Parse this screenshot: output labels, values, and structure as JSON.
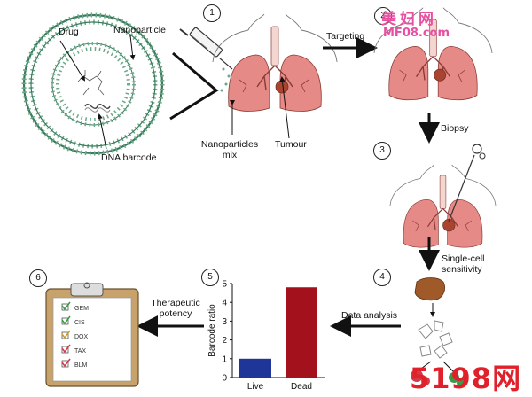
{
  "labels": {
    "drug": "Drug",
    "nanoparticle": "Nanoparticle",
    "dna_barcode": "DNA barcode",
    "nanoparticles_mix_1": "Nanoparticles",
    "nanoparticles_mix_2": "mix",
    "tumour": "Tumour",
    "targeting": "Targeting",
    "biopsy": "Biopsy",
    "single_cell_1": "Single-cell",
    "single_cell_2": "sensitivity",
    "data_analysis": "Data analysis",
    "therapeutic_1": "Therapeutic",
    "therapeutic_2": "potency"
  },
  "steps": [
    "1",
    "2",
    "3",
    "4",
    "5",
    "6"
  ],
  "clipboard_drugs": [
    "GEM",
    "CIS",
    "DOX",
    "TAX",
    "BLM"
  ],
  "watermark": {
    "top_line1": "美妇网",
    "top_line2": "MF08.com",
    "bottom": "5198网"
  },
  "colors": {
    "lung": "#e58a86",
    "tumour": "#a8442f",
    "live_bar": "#1f3597",
    "dead_bar": "#a3121c",
    "watermark_pink": "#e94fa0",
    "watermark_red": "#e0202a"
  },
  "chart_data": {
    "type": "bar",
    "categories": [
      "Live",
      "Dead"
    ],
    "values": [
      1,
      4.8
    ],
    "title": "",
    "xlabel": "",
    "ylabel": "Barcode ratio",
    "ylim": [
      0,
      5
    ],
    "yticks": [
      0,
      1,
      2,
      3,
      4,
      5
    ],
    "grid": false
  }
}
